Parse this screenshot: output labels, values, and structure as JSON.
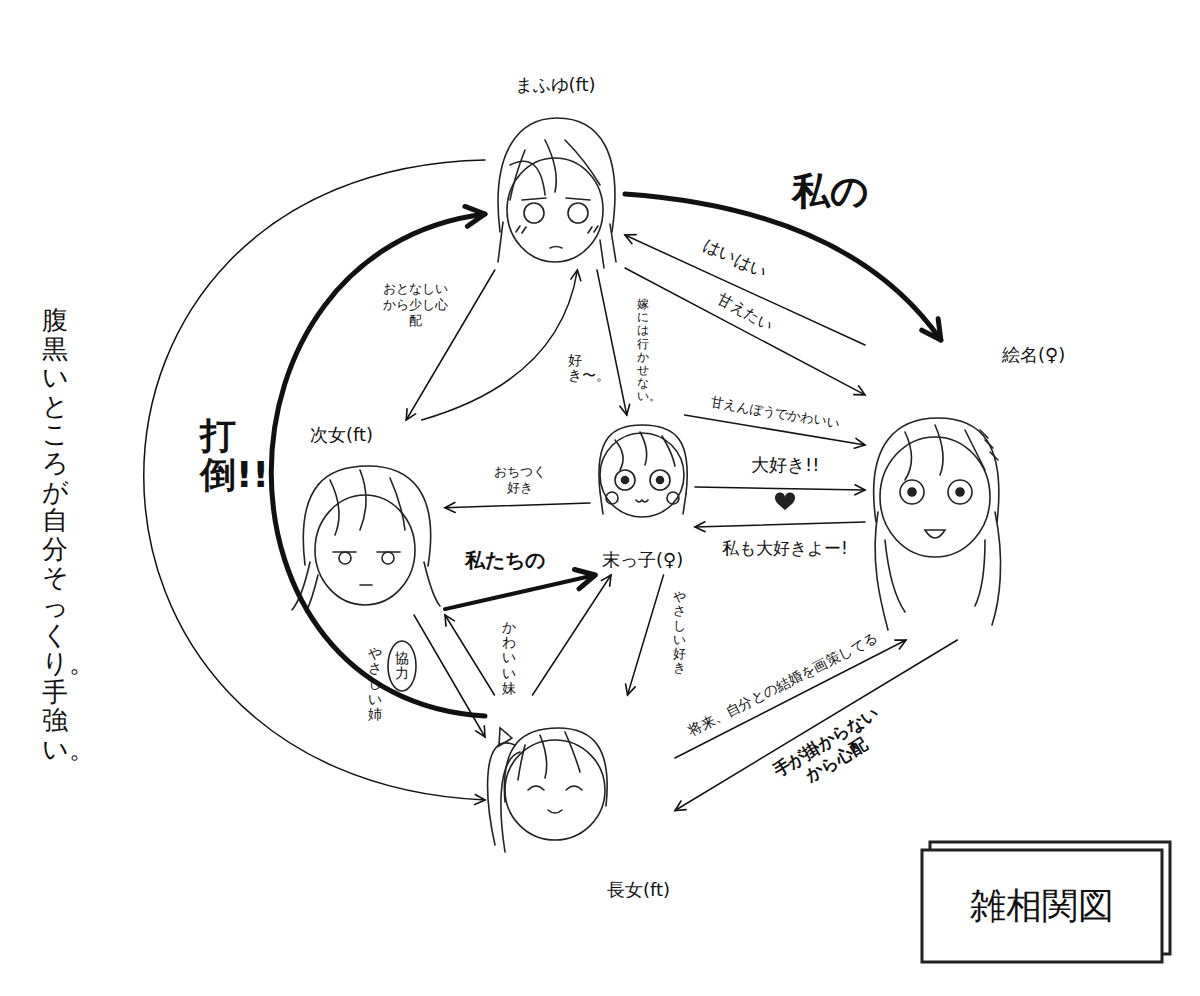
{
  "diagram": {
    "title": "雑相関図",
    "nodes": [
      {
        "text": [
          "まふゆ(ft)"
        ]
      },
      {
        "text": [
          "次女(ft)"
        ]
      },
      {
        "text": [
          "末っ子(♀)"
        ]
      },
      {
        "text": [
          "絵名(♀)"
        ]
      },
      {
        "text": [
          "長女(ft)"
        ]
      }
    ],
    "edges": [
      {
        "from": 0,
        "to": 3,
        "arrow": "to",
        "label": "私の"
      },
      {
        "from": 3,
        "to": 0,
        "arrow": "to",
        "label": "はいはい"
      },
      {
        "from": 0,
        "to": 3,
        "arrow": "to",
        "label": "甘えたい"
      },
      {
        "from": 2,
        "to": 3,
        "arrow": "to",
        "label": "甘えんぼうでかわいい"
      },
      {
        "from": 0,
        "to": 1,
        "arrow": "to",
        "label": "おとなしいから少し心配"
      },
      {
        "from": 1,
        "to": 0,
        "arrow": "to",
        "label": "好き〜。"
      },
      {
        "from": 0,
        "to": 2,
        "arrow": "to",
        "label": "嫁には行かせない。"
      },
      {
        "from": 2,
        "to": 1,
        "arrow": "to",
        "label": "おちつく好き"
      },
      {
        "from": 2,
        "to": 3,
        "arrow": "to",
        "label": "大好き!!"
      },
      {
        "from": 3,
        "to": 2,
        "arrow": "to",
        "label": "私も大好きよー!"
      },
      {
        "from": 1,
        "to": 2,
        "arrow": "to",
        "label": "私たちの"
      },
      {
        "from": 4,
        "to": 2,
        "arrow": "to"
      },
      {
        "from": 1,
        "to": 4,
        "arrow": "to",
        "label": "やさしい姉"
      },
      {
        "from": 4,
        "to": 1,
        "arrow": "to",
        "label": "かわいい妹"
      },
      {
        "from": 2,
        "to": 4,
        "arrow": "to",
        "label": "やさしい好き"
      },
      {
        "from": 4,
        "to": 3,
        "arrow": "to",
        "label": "将来、自分との結婚を画策してる"
      },
      {
        "from": 3,
        "to": 4,
        "arrow": "to",
        "label": "手が掛からないから心配"
      },
      {
        "from": 0,
        "to": 4,
        "arrow": "to",
        "label": "腹黒いところが自分そっくり。手強い。"
      },
      {
        "from": 4,
        "to": 0,
        "arrow": "to",
        "label": "打倒!!"
      }
    ],
    "labels": [
      "協力"
    ]
  }
}
